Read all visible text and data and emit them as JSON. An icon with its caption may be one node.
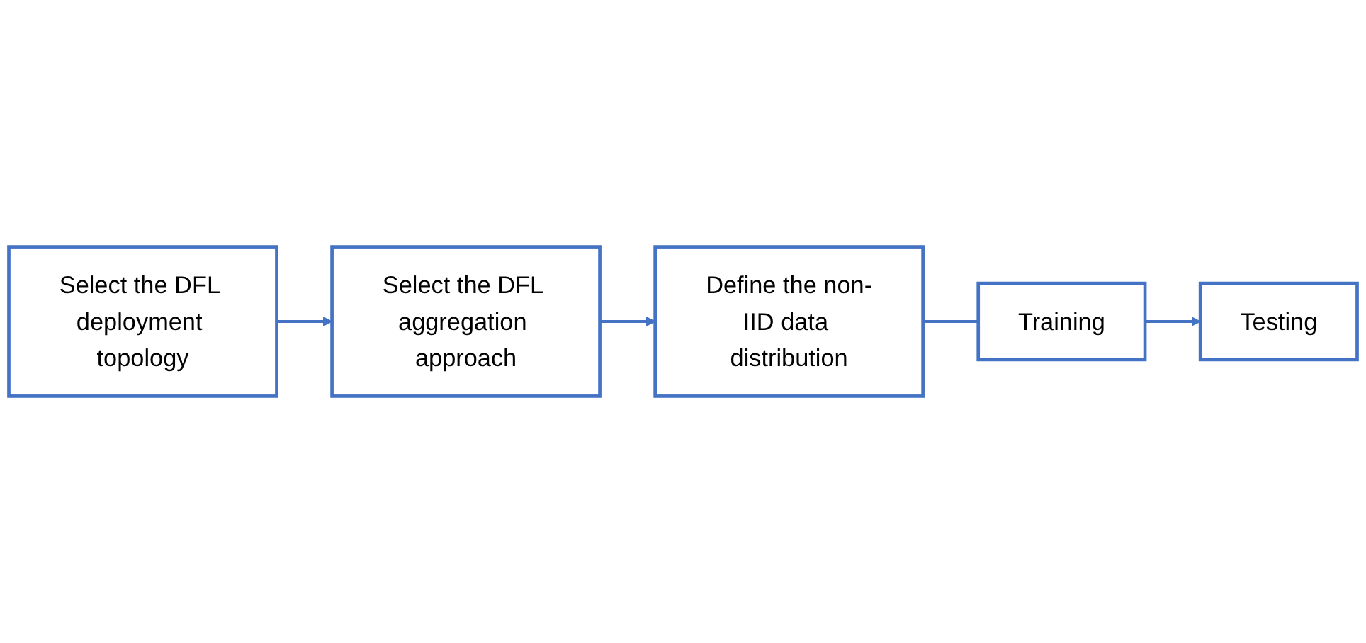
{
  "diagram": {
    "nodes": [
      {
        "text": [
          "Select the DFL deployment topology"
        ]
      },
      {
        "text": [
          "Select the DFL aggregation approach"
        ]
      },
      {
        "text": [
          "Define the non-IID data distribution"
        ]
      },
      {
        "text": [
          "Training"
        ]
      },
      {
        "text": [
          "Testing"
        ]
      }
    ],
    "edges": [
      {
        "from": 0,
        "to": 1,
        "arrow": "to"
      },
      {
        "from": 1,
        "to": 2,
        "arrow": "to"
      },
      {
        "from": 2,
        "to": 3,
        "arrow": "none"
      },
      {
        "from": 3,
        "to": 4,
        "arrow": "to"
      }
    ]
  }
}
